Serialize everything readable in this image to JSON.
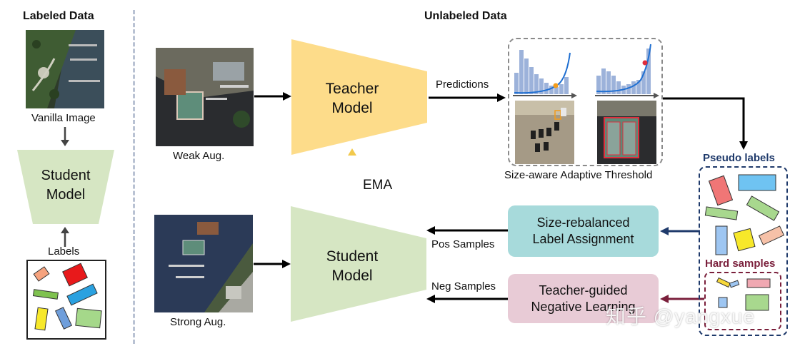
{
  "left": {
    "title": "Labeled Data",
    "image_caption": "Vanilla Image",
    "student_model": "Student\nModel",
    "labels_caption": "Labels"
  },
  "main": {
    "title": "Unlabeled Data",
    "weak_aug": "Weak Aug.",
    "strong_aug": "Strong Aug.",
    "teacher_model": "Teacher\nModel",
    "student_model": "Student\nModel",
    "ema": "EMA",
    "predictions": "Predictions",
    "threshold_caption": "Size-aware Adaptive Threshold",
    "pos_samples": "Pos Samples",
    "neg_samples": "Neg Samples",
    "label_assignment": "Size-rebalanced\nLabel Assignment",
    "negative_learning": "Teacher-guided\nNegative Learning",
    "pseudo_labels": "Pseudo labels",
    "hard_samples": "Hard samples",
    "watermark": "知乎 @yangxue"
  },
  "colors": {
    "teacher": "#fddc8a",
    "student": "#d6e6c3",
    "assignment": "#a7dadb",
    "negative": "#e8cbd6",
    "pseudo_border": "#1f3a6b",
    "hard_border": "#7a1f3b",
    "ema_arrow": "#f2c94c"
  }
}
